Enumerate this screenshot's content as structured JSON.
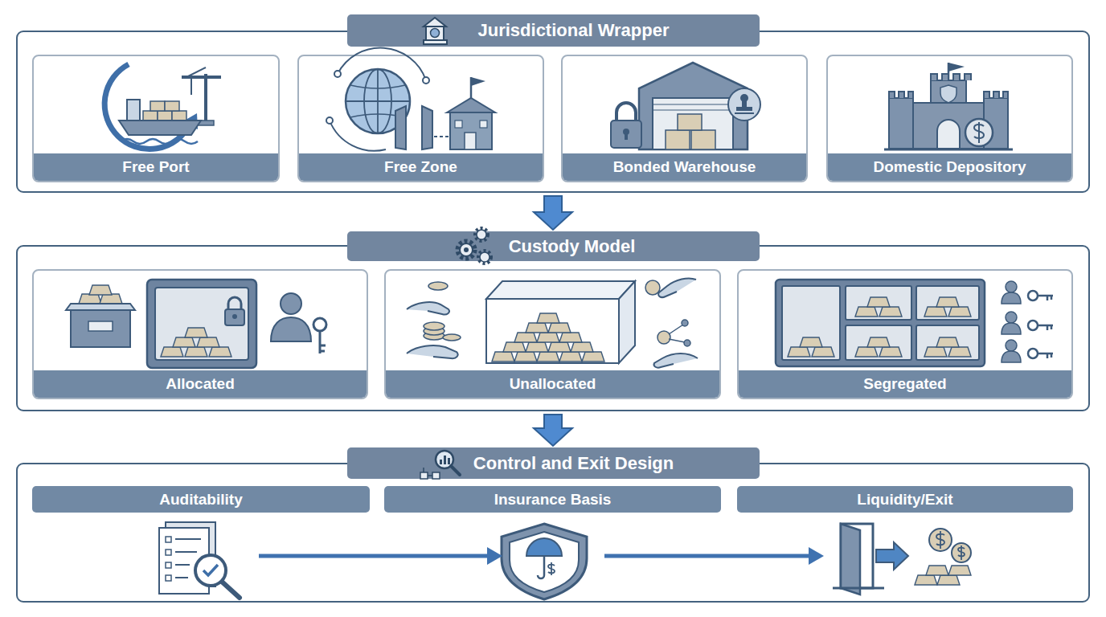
{
  "diagram": {
    "nodes": [
      {
        "text": [
          "Jurisdictional Wrapper"
        ]
      },
      {
        "text": [
          "Free Port"
        ],
        "in": 0
      },
      {
        "text": [
          "Free Zone"
        ],
        "in": 0
      },
      {
        "text": [
          "Bonded Warehouse"
        ],
        "in": 0
      },
      {
        "text": [
          "Domestic Depository"
        ],
        "in": 0
      },
      {
        "text": [
          "Custody Model"
        ]
      },
      {
        "text": [
          "Allocated"
        ],
        "in": 5
      },
      {
        "text": [
          "Unallocated"
        ],
        "in": 5
      },
      {
        "text": [
          "Segregated"
        ],
        "in": 5
      },
      {
        "text": [
          "Control and Exit Design"
        ]
      },
      {
        "text": [
          "Auditability"
        ],
        "in": 9
      },
      {
        "text": [
          "Insurance Basis"
        ],
        "in": 9
      },
      {
        "text": [
          "Liquidity/Exit"
        ],
        "in": 9
      }
    ],
    "edges": [
      {
        "from": 0,
        "to": 5,
        "arrow": "to"
      },
      {
        "from": 5,
        "to": 9,
        "arrow": "to"
      },
      {
        "from": 10,
        "to": 11,
        "arrow": "to"
      },
      {
        "from": 11,
        "to": 12,
        "arrow": "to"
      }
    ]
  }
}
